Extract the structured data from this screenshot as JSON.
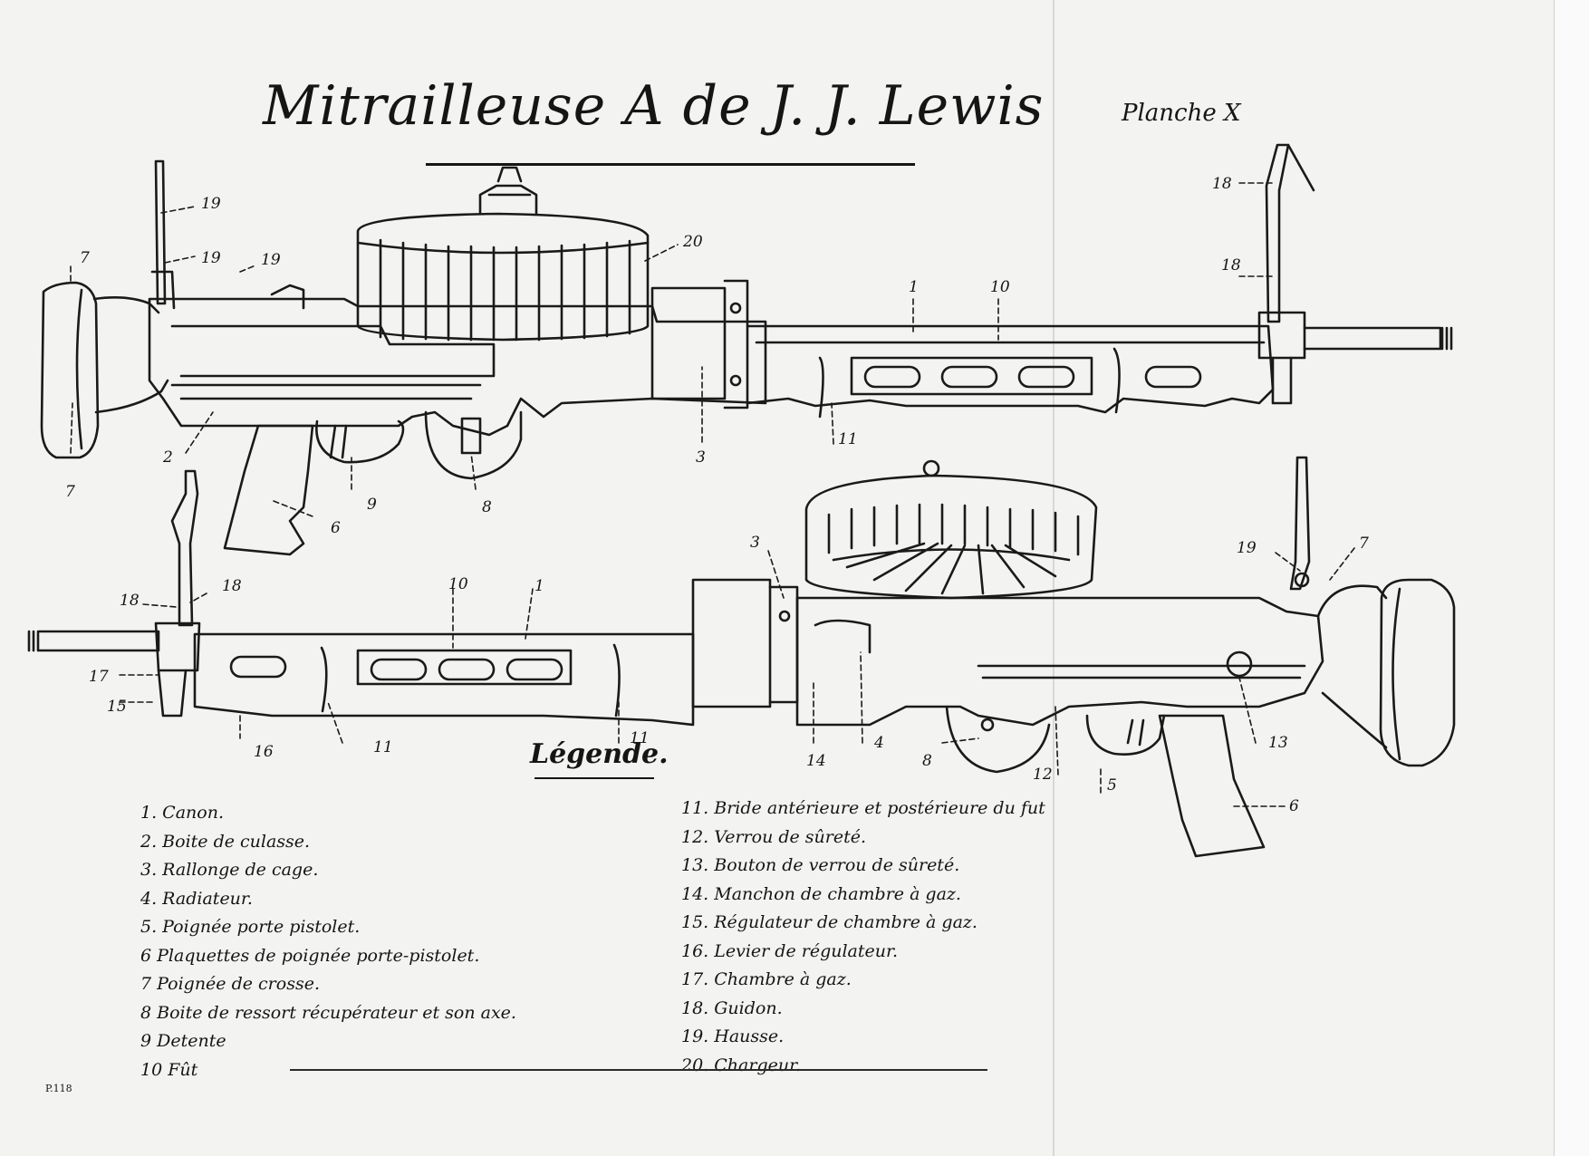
{
  "title": "Mitrailleuse A de J. J. Lewis",
  "plate": "Planche X",
  "legend_title": "Légende.",
  "legend_left": [
    "1. Canon.",
    "2. Boite de culasse.",
    "3. Rallonge de cage.",
    "4. Radiateur.",
    "5. Poignée porte pistolet.",
    "6 Plaquettes de poignée porte-pistolet.",
    "7 Poignée de crosse.",
    "8 Boite de ressort récupérateur et son axe.",
    "9 Detente",
    "10 Fût"
  ],
  "legend_right": [
    "11. Bride antérieure et postérieure du fut",
    "12. Verrou de sûreté.",
    "13. Bouton de verrou de sûreté.",
    "14. Manchon de chambre à gaz.",
    "15. Régulateur de chambre à gaz.",
    "16. Levier de régulateur.",
    "17. Chambre à gaz.",
    "18. Guidon.",
    "19. Hausse.",
    "20. Chargeur."
  ],
  "page_code": "P.118",
  "callouts_top": [
    "19",
    "19",
    "19",
    "7",
    "20",
    "1",
    "10",
    "18",
    "18",
    "2",
    "7",
    "9",
    "8",
    "6",
    "3",
    "11"
  ],
  "callouts_bottom": [
    "18",
    "18",
    "17",
    "15",
    "16",
    "11",
    "10",
    "1",
    "11",
    "3",
    "14",
    "4",
    "8",
    "12",
    "5",
    "6",
    "13",
    "19",
    "7"
  ]
}
